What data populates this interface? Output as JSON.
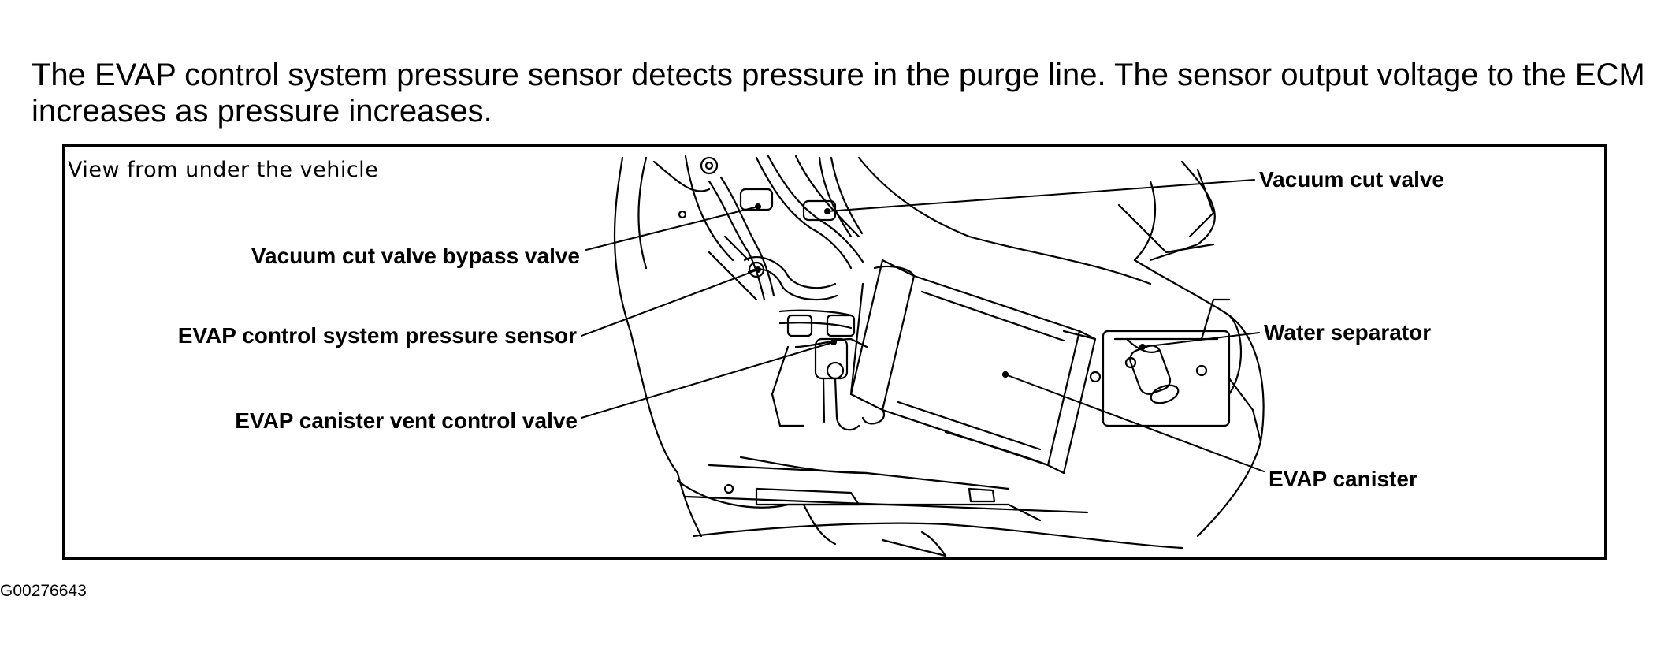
{
  "intro_text": "The EVAP control system pressure sensor detects pressure in the purge line. The sensor output voltage to the ECM increases as pressure increases.",
  "figure": {
    "view_caption": "View from under the vehicle",
    "callouts": {
      "vacuum_cut_valve_bypass_valve": "Vacuum cut valve bypass valve",
      "evap_pressure_sensor": "EVAP control system pressure sensor",
      "evap_canister_vent_control_valve": "EVAP canister vent control valve",
      "vacuum_cut_valve": "Vacuum cut valve",
      "water_separator": "Water separator",
      "evap_canister": "EVAP canister"
    }
  },
  "figure_id": "G00276643"
}
